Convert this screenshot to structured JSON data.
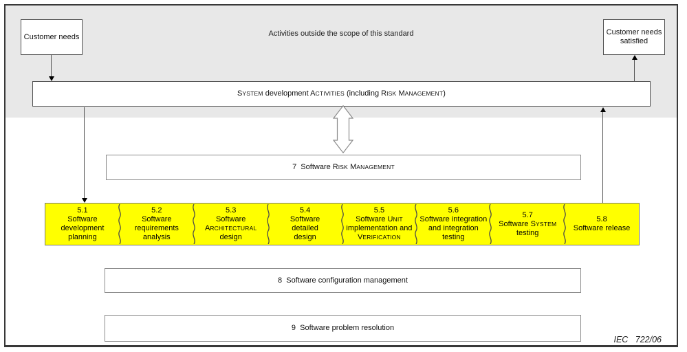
{
  "colors": {
    "highlight_yellow": "#ffff00",
    "band_gray": "#e8e8e8"
  },
  "scope_note": "Activities outside the scope of this standard",
  "customer_needs": {
    "label": "Customer needs"
  },
  "customer_needs_satisfied": {
    "label": "Customer needs\nsatisfied"
  },
  "system_development": {
    "label": "SYSTEM development ACTIVITIES (including RISK MANAGEMENT)"
  },
  "risk_management_box": {
    "label": "7  Software RISK MANAGEMENT"
  },
  "process_steps": [
    {
      "num": "5.1",
      "label": "Software\ndevelopment\nplanning"
    },
    {
      "num": "5.2",
      "label": "Software\nrequirements\nanalysis"
    },
    {
      "num": "5.3",
      "label": "Software\nARCHITECTURAL\ndesign"
    },
    {
      "num": "5.4",
      "label": "Software\ndetailed\ndesign"
    },
    {
      "num": "5.5",
      "label": "Software UNIT\nimplementation and\nVERIFICATION"
    },
    {
      "num": "5.6",
      "label": "Software integration\nand integration\ntesting"
    },
    {
      "num": "5.7",
      "label": "Software SYSTEM\ntesting"
    },
    {
      "num": "5.8",
      "label": "Software release"
    }
  ],
  "config_management_box": {
    "label": "8  Software configuration management"
  },
  "problem_resolution_box": {
    "label": "9  Software problem resolution"
  },
  "caption": "IEC   722/06"
}
